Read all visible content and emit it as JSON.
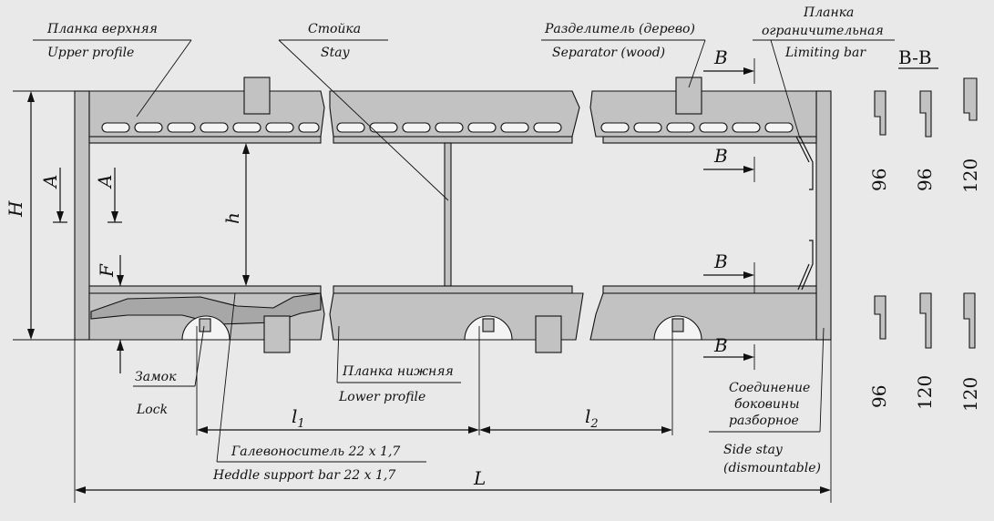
{
  "labels": {
    "upper_ru": "Планка верхняя",
    "upper_en": "Upper profile",
    "stay_ru": "Стойка",
    "stay_en": "Stay",
    "separator_ru": "Разделитель (дерево)",
    "separator_en": "Separator (wood)",
    "limiting_ru_1": "Планка",
    "limiting_ru_2": "ограничительная",
    "limiting_en": "Limiting bar",
    "lock_ru": "Замок",
    "lock_en": "Lock",
    "lower_ru": "Планка нижняя",
    "lower_en": "Lower profile",
    "heddle_ru": "Галевоноситель 22 х 1,7",
    "heddle_en": "Heddle support bar  22 x 1,7",
    "side_ru_1": "Соединение",
    "side_ru_2": "боковины",
    "side_ru_3": "разборное",
    "side_en_1": "Side stay",
    "side_en_2": "(dismountable)"
  },
  "dimensions": {
    "H": "H",
    "h": "h",
    "F": "F",
    "A": "A",
    "B": "B",
    "L": "L",
    "l1": "l",
    "l1_sub": "1",
    "l2": "l",
    "l2_sub": "2"
  },
  "section": {
    "title": "B-B",
    "top_row": [
      "96",
      "96",
      "120"
    ],
    "bottom_row": [
      "96",
      "120",
      "120"
    ]
  },
  "colors": {
    "background": "#e9e9e9",
    "part_fill": "#c2c2c2",
    "line": "#111111"
  }
}
